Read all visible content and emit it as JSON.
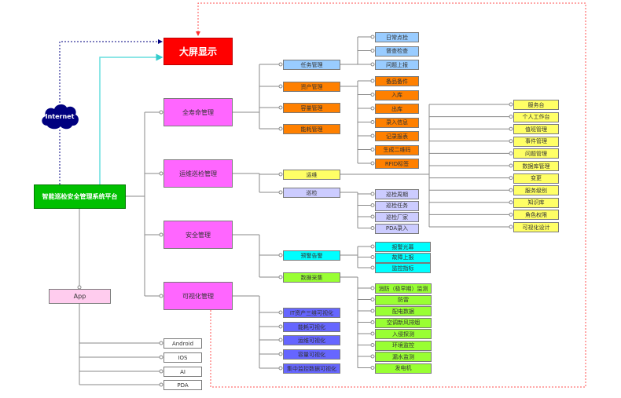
{
  "colors": {
    "title_box": "#ff0000",
    "root_box": "#00c000",
    "magenta": "#ff66ff",
    "light_blue": "#99ccff",
    "orange": "#ff8000",
    "yellow": "#ffff66",
    "lavender": "#ccccff",
    "cyan": "#00ffff",
    "lime": "#99ff33",
    "blue_purple": "#6666ff",
    "pink": "#ffccee",
    "white": "#ffffff",
    "cloud": "#00007f",
    "connector": "#808080",
    "red_dash": "#ff4040",
    "navy_dash": "#000080",
    "cyan_line": "#66dddd"
  },
  "title": "大屏显示",
  "cloud_label": "Internet",
  "root": "智能巡检安全管理系统平台",
  "app": {
    "label": "App",
    "platforms": [
      "Android",
      "IOS",
      "AI",
      "PDA"
    ]
  },
  "modules": [
    {
      "label": "全寿命管理",
      "children": [
        {
          "label": "任务管理",
          "color": "light_blue",
          "children": [
            "日常点检",
            "督查检查",
            "问题上报"
          ],
          "child_color": "light_blue"
        },
        {
          "label": "资产管理",
          "color": "orange",
          "children": [
            "备品备件",
            "入库",
            "出库",
            "录入信息",
            "记录报表",
            "生成二维码",
            "RFID标签"
          ],
          "child_color": "orange"
        },
        {
          "label": "容量管理",
          "color": "orange",
          "children": []
        },
        {
          "label": "能耗管理",
          "color": "orange",
          "children": []
        }
      ]
    },
    {
      "label": "运维巡检管理",
      "children": [
        {
          "label": "运维",
          "color": "yellow",
          "children": [
            "服务台",
            "个人工作台",
            "值班管理",
            "事件管理",
            "问题管理",
            "数据库管理",
            "变更",
            "服务级别",
            "知识库",
            "角色权限",
            "可视化设计"
          ],
          "child_color": "yellow"
        },
        {
          "label": "巡检",
          "color": "lavender",
          "children": [
            "巡检周期",
            "巡检任务",
            "巡检厂家",
            "PDA录入"
          ],
          "child_color": "lavender"
        }
      ]
    },
    {
      "label": "安全管理",
      "children": [
        {
          "label": "预警告警",
          "color": "cyan",
          "children": [
            "报警光幕",
            "故障上报",
            "监控指标"
          ],
          "child_color": "cyan"
        },
        {
          "label": "数据采集",
          "color": "lime",
          "children": [
            "消防（极早期）监测",
            "防雷",
            "配电数据",
            "空调新风排烟",
            "入侵探测",
            "环境监控",
            "漏水监测",
            "发电机"
          ],
          "child_color": "lime"
        }
      ]
    },
    {
      "label": "可视化管理",
      "children": [
        {
          "label": "IT资产三维可视化",
          "color": "blue_purple",
          "children": []
        },
        {
          "label": "能耗可视化",
          "color": "blue_purple",
          "children": []
        },
        {
          "label": "运维可视化",
          "color": "blue_purple",
          "children": []
        },
        {
          "label": "容量可视化",
          "color": "blue_purple",
          "children": []
        },
        {
          "label": "集中监控数据可视化",
          "color": "blue_purple",
          "children": []
        }
      ]
    }
  ]
}
